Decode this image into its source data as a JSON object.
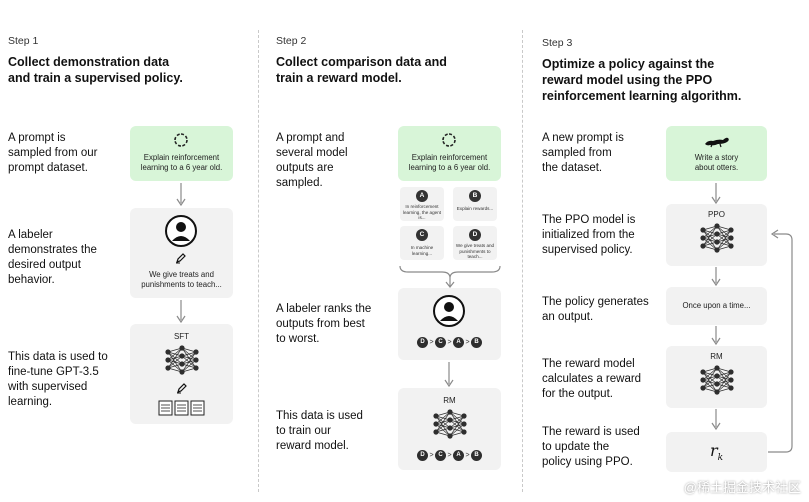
{
  "col1": {
    "step": "Step 1",
    "title_line1": "Collect demonstration data",
    "title_line2": "and train a supervised policy.",
    "desc1": [
      "A prompt is",
      "sampled from our",
      "prompt dataset."
    ],
    "desc2": [
      "A labeler",
      "demonstrates the",
      "desired output",
      "behavior."
    ],
    "desc3": [
      "This data is used to",
      "fine-tune GPT-3.5",
      "with supervised",
      "learning."
    ],
    "prompt_text": [
      "Explain reinforcement",
      "learning to a 6 year old."
    ],
    "labeler_text": [
      "We give treats and",
      "punishments to teach..."
    ],
    "model_label": "SFT"
  },
  "col2": {
    "step": "Step 2",
    "title_line1": "Collect comparison data and",
    "title_line2": "train a reward model.",
    "desc1": [
      "A prompt and",
      "several model",
      "outputs are",
      "sampled."
    ],
    "desc2": [
      "A labeler ranks the",
      "outputs from best",
      "to worst."
    ],
    "desc3": [
      "This data is used",
      "to train our",
      "reward model."
    ],
    "prompt_text": [
      "Explain reinforcement",
      "learning to a 6 year old."
    ],
    "outputs": [
      {
        "badge": "A",
        "text": "In reinforcement learning, the agent is..."
      },
      {
        "badge": "B",
        "text": "Explain rewards..."
      },
      {
        "badge": "C",
        "text": "In machine learning..."
      },
      {
        "badge": "D",
        "text": "We give treats and punishments to teach..."
      }
    ],
    "ranking": [
      "D",
      "C",
      "A",
      "B"
    ],
    "model_label": "RM"
  },
  "col3": {
    "step": "Step 3",
    "title_line1": "Optimize a policy against the",
    "title_line2": "reward model using the PPO",
    "title_line3": "reinforcement learning algorithm.",
    "desc1": [
      "A new prompt is",
      "sampled from",
      "the dataset."
    ],
    "desc2": [
      "The PPO model is",
      "initialized from the",
      "supervised policy."
    ],
    "desc3": [
      "The policy generates",
      "an output."
    ],
    "desc4": [
      "The reward model",
      "calculates a reward",
      "for the output."
    ],
    "desc5": [
      "The reward is used",
      "to update the",
      "policy using PPO."
    ],
    "prompt_text": [
      "Write a story",
      "about otters."
    ],
    "ppo_label": "PPO",
    "output_text": "Once upon a time...",
    "rm_label": "RM",
    "reward_symbol": "r",
    "reward_sub": "k"
  },
  "watermark": "@稀土掘金技术社区",
  "colors": {
    "green_box": "#d8f5d8",
    "gray_box": "#f2f2f2",
    "arrow": "#8a8a8a",
    "node": "#2e2e2e"
  }
}
